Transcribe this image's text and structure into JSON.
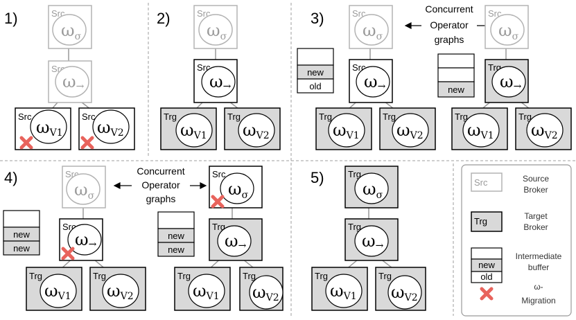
{
  "panels": [
    "1)",
    "2)",
    "3)",
    "4)",
    "5)"
  ],
  "box": {
    "src": "Src",
    "trg": "Trg"
  },
  "op": {
    "sigma": {
      "main": "ω",
      "sub": "σ"
    },
    "arrow": {
      "main": "ω",
      "sub": "→"
    },
    "v1": {
      "main": "ω",
      "sub": "V1"
    },
    "v2": {
      "main": "ω",
      "sub": "V2"
    }
  },
  "concurrent_note": [
    "Concurrent",
    "Operator",
    "graphs"
  ],
  "buffer": {
    "new": "new",
    "old": "old"
  },
  "legend": {
    "source": [
      "Source",
      "Broker"
    ],
    "target": [
      "Target",
      "Broker"
    ],
    "buffer": [
      "Intermediate",
      "buffer"
    ],
    "migration": [
      "ω-",
      "Migration"
    ]
  },
  "colors": {
    "source_fill": "#ffffff",
    "source_border_faded": "#b3b3b3",
    "target_fill": "#d9d9d9",
    "border": "#000000",
    "faded_text": "#9a9a9a",
    "migration_cross": "#e8635c",
    "divider": "#9e9e9e"
  }
}
